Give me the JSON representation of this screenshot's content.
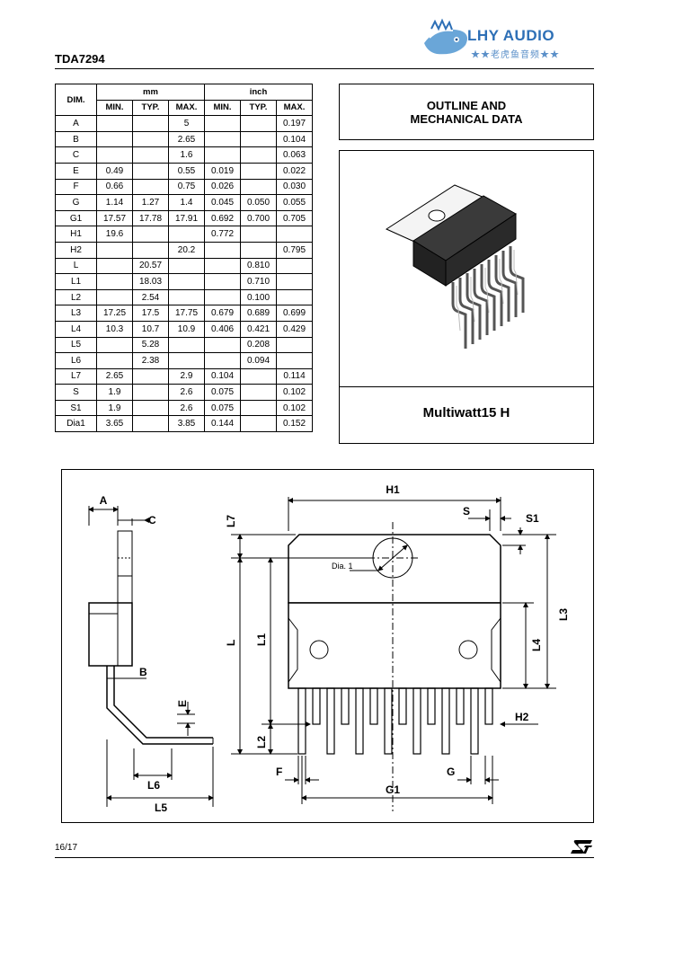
{
  "header": {
    "doc_title": "TDA7294",
    "logo_text": "LHY AUDIO",
    "logo_sub": "★★老虎鱼音频★★"
  },
  "table": {
    "dim_header": "DIM.",
    "mm_header": "mm",
    "inch_header": "inch",
    "sub_headers": [
      "MIN.",
      "TYP.",
      "MAX.",
      "MIN.",
      "TYP.",
      "MAX."
    ],
    "rows": [
      [
        "A",
        "",
        "",
        "5",
        "",
        "",
        "0.197"
      ],
      [
        "B",
        "",
        "",
        "2.65",
        "",
        "",
        "0.104"
      ],
      [
        "C",
        "",
        "",
        "1.6",
        "",
        "",
        "0.063"
      ],
      [
        "E",
        "0.49",
        "",
        "0.55",
        "0.019",
        "",
        "0.022"
      ],
      [
        "F",
        "0.66",
        "",
        "0.75",
        "0.026",
        "",
        "0.030"
      ],
      [
        "G",
        "1.14",
        "1.27",
        "1.4",
        "0.045",
        "0.050",
        "0.055"
      ],
      [
        "G1",
        "17.57",
        "17.78",
        "17.91",
        "0.692",
        "0.700",
        "0.705"
      ],
      [
        "H1",
        "19.6",
        "",
        "",
        "0.772",
        "",
        ""
      ],
      [
        "H2",
        "",
        "",
        "20.2",
        "",
        "",
        "0.795"
      ],
      [
        "L",
        "",
        "20.57",
        "",
        "",
        "0.810",
        ""
      ],
      [
        "L1",
        "",
        "18.03",
        "",
        "",
        "0.710",
        ""
      ],
      [
        "L2",
        "",
        "2.54",
        "",
        "",
        "0.100",
        ""
      ],
      [
        "L3",
        "17.25",
        "17.5",
        "17.75",
        "0.679",
        "0.689",
        "0.699"
      ],
      [
        "L4",
        "10.3",
        "10.7",
        "10.9",
        "0.406",
        "0.421",
        "0.429"
      ],
      [
        "L5",
        "",
        "5.28",
        "",
        "",
        "0.208",
        ""
      ],
      [
        "L6",
        "",
        "2.38",
        "",
        "",
        "0.094",
        ""
      ],
      [
        "L7",
        "2.65",
        "",
        "2.9",
        "0.104",
        "",
        "0.114"
      ],
      [
        "S",
        "1.9",
        "",
        "2.6",
        "0.075",
        "",
        "0.102"
      ],
      [
        "S1",
        "1.9",
        "",
        "2.6",
        "0.075",
        "",
        "0.102"
      ],
      [
        "Dia1",
        "3.65",
        "",
        "3.85",
        "0.144",
        "",
        "0.152"
      ]
    ]
  },
  "outline": {
    "title_line1": "OUTLINE AND",
    "title_line2": "MECHANICAL DATA",
    "package_name": "Multiwatt15 H"
  },
  "drawing_labels": {
    "A": "A",
    "C": "C",
    "B": "B",
    "E": "E",
    "L6": "L6",
    "L5": "L5",
    "L7": "L7",
    "L": "L",
    "L1": "L1",
    "L2": "L2",
    "F": "F",
    "H1": "H1",
    "S": "S",
    "S1": "S1",
    "Dia1": "Dia. 1",
    "L3": "L3",
    "L4": "L4",
    "H2": "H2",
    "G": "G",
    "G1": "G1"
  },
  "footer": {
    "page": "16/17",
    "brand_logo": "st-logo"
  },
  "colors": {
    "logo_blue": "#2d6fb6",
    "package_body": "#2a2a2a"
  }
}
